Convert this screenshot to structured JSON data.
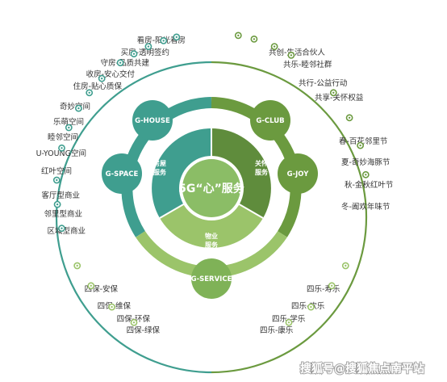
{
  "center": {
    "title": "5G“心”服务"
  },
  "inner": {
    "housing": [
      "房屋",
      "服务"
    ],
    "care": [
      "关怀",
      "服务"
    ],
    "property": [
      "物业",
      "服务"
    ]
  },
  "nodes": {
    "house": "G-HOUSE",
    "club": "G-CLUB",
    "space": "G-SPACE",
    "joy": "G-JOY",
    "service": "G-SERVICE"
  },
  "colors": {
    "teal": "#3f9e8f",
    "green": "#6b9a3f",
    "lime": "#9bc46a",
    "dark_green": "#5f8c3c"
  },
  "labels": {
    "house": [
      "看房-阳光看房",
      "买房-透明签约",
      "守房-品质共建",
      "收房-安心交付",
      "住房-贴心质保"
    ],
    "club": [
      "共创-生活合伙人",
      "共乐-睦邻社群",
      "共行-公益行动",
      "共享-关怀权益"
    ],
    "space": [
      "奇妙空间",
      "乐萌空间",
      "睦邻空间",
      "U-YOUNG空间",
      "红叶空间",
      "客厅型商业",
      "邻里型商业",
      "区域型商业"
    ],
    "joy": [
      "春-百花邻里节",
      "夏-奇妙海豚节",
      "秋-金秋红叶节",
      "冬-阖欢年味节"
    ],
    "service_left": [
      "四保-安保",
      "四保-维保",
      "四保-环保",
      "四保-绿保"
    ],
    "service_right": [
      "四乐-寿乐",
      "四乐-欢乐",
      "四乐-学乐",
      "四乐-康乐"
    ]
  },
  "watermark": "搜狐号@搜狐焦点南平站"
}
